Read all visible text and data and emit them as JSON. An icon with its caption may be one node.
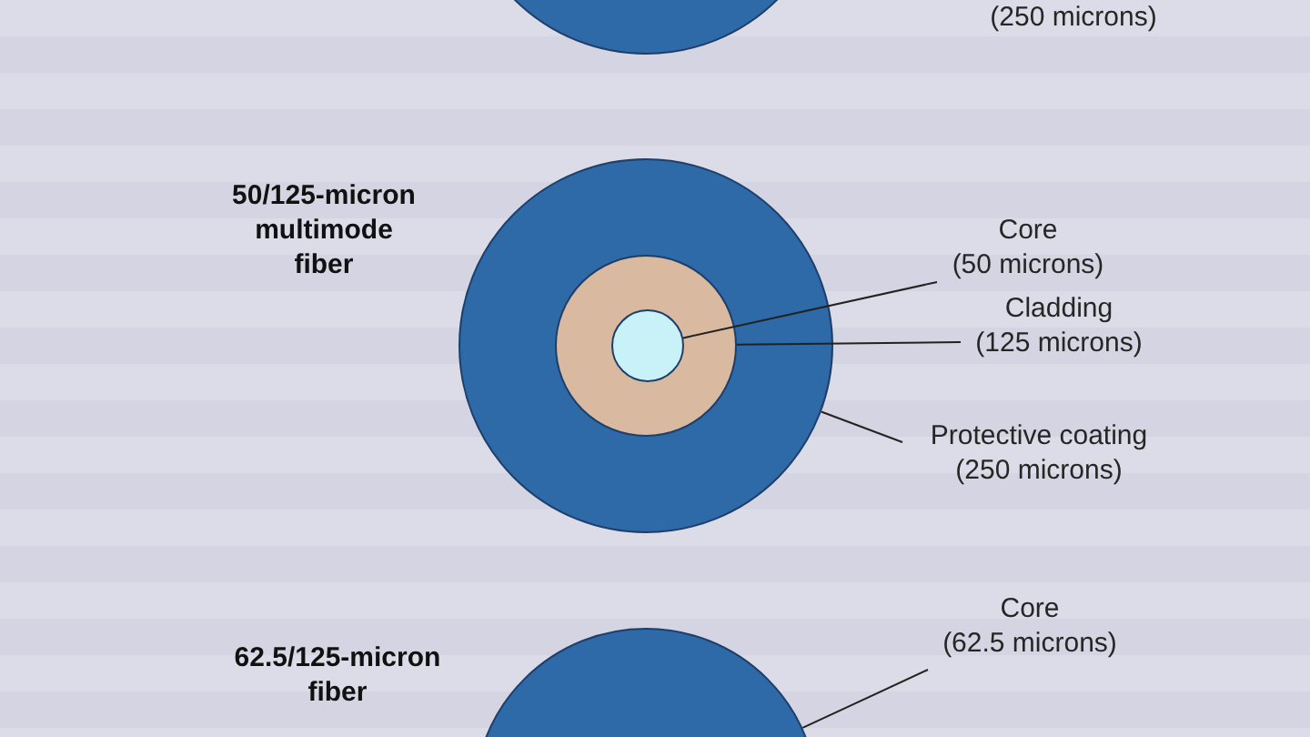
{
  "diagram": {
    "nodes": [
      {
        "text": [],
        "shape": "circle"
      },
      {
        "text": [],
        "shape": "circle"
      },
      {
        "text": [],
        "shape": "circle",
        "in": 1
      },
      {
        "text": [],
        "shape": "circle",
        "in": 2
      },
      {
        "text": [
          "Core (50 microns)"
        ]
      },
      {
        "text": [
          "Cladding (125 microns)"
        ]
      },
      {
        "text": [
          "Protective coating (250 microns)"
        ]
      },
      {
        "text": [],
        "shape": "circle"
      },
      {
        "text": [
          "Core (62.5 microns)"
        ]
      }
    ],
    "edges": [
      {
        "from": 4,
        "to": 3,
        "arrow": "none"
      },
      {
        "from": 5,
        "to": 2,
        "arrow": "none"
      },
      {
        "from": 6,
        "to": 1,
        "arrow": "none"
      },
      {
        "from": 8,
        "to": 7,
        "arrow": "none"
      }
    ],
    "labels": [
      "(250 microns)",
      "50/125-micron multimode fiber",
      "62.5/125-micron fiber"
    ]
  }
}
